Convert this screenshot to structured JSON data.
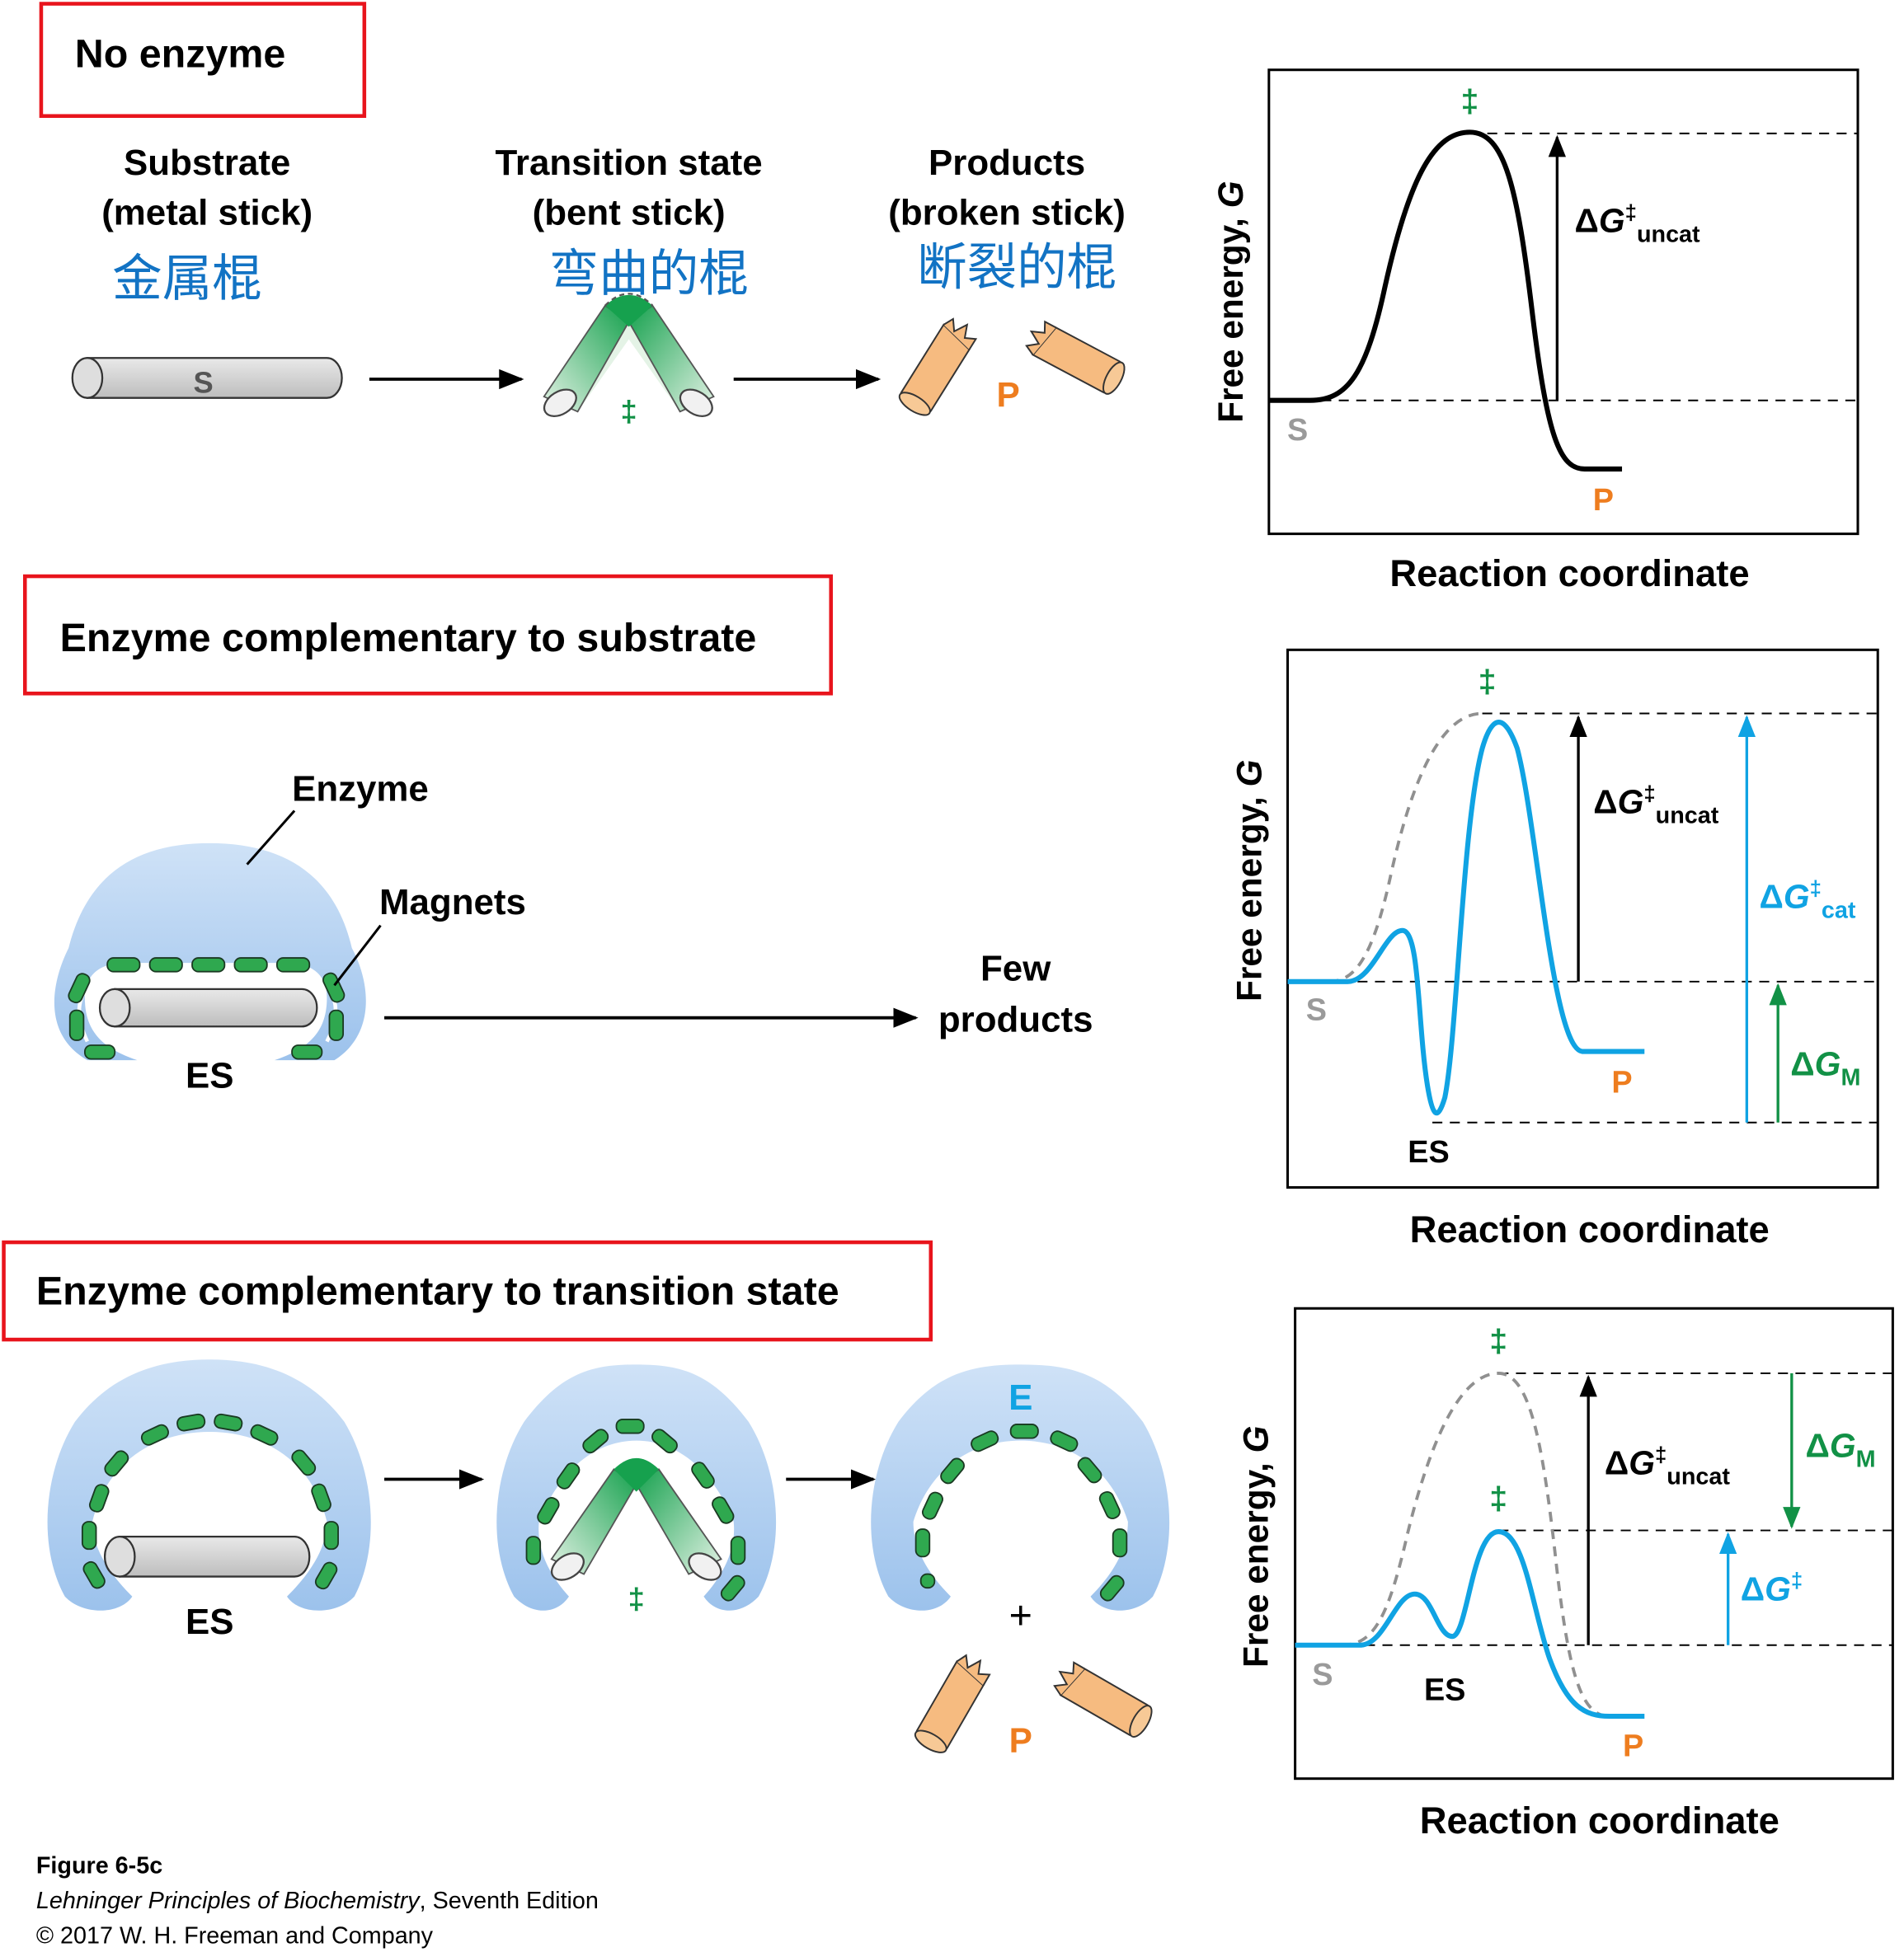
{
  "colors": {
    "red_box": "#e8141c",
    "green": "#129146",
    "orange": "#ee7d1f",
    "blue": "#10a3e3",
    "chinese_blue": "#1273c4",
    "enzyme_fill": "#a8c9ee",
    "magnet": "#2fa84f",
    "stick_gray": "#cfcfcf",
    "stick_orange": "#f6bb80",
    "dashed_gray": "#909090"
  },
  "icons": [
    "metal-stick",
    "bent-stick",
    "broken-stick",
    "enzyme",
    "magnet",
    "arrow",
    "double-dagger"
  ],
  "panels": {
    "no_enzyme": {
      "title": "No enzyme",
      "substrate": {
        "line1": "Substrate",
        "line2": "(metal stick)",
        "zh": "金属棍",
        "mark": "S"
      },
      "transition": {
        "line1": "Transition state",
        "line2": "(bent stick)",
        "zh": "弯曲的棍",
        "mark": "‡"
      },
      "products": {
        "line1": "Products",
        "line2": "(broken stick)",
        "zh": "断裂的棍",
        "mark": "P"
      }
    },
    "complementary_substrate": {
      "title": "Enzyme complementary to substrate",
      "enzyme_label": "Enzyme",
      "magnets_label": "Magnets",
      "es_label": "ES",
      "result_line1": "Few",
      "result_line2": "products"
    },
    "complementary_transition": {
      "title": "Enzyme complementary to transition state",
      "es_label": "ES",
      "dagger": "‡",
      "e_label": "E",
      "plus": "+",
      "p_label": "P"
    }
  },
  "graphs": {
    "g1": {
      "ylabel": "Free energy, G",
      "xlabel": "Reaction coordinate",
      "s": "S",
      "p": "P",
      "dagger": "‡",
      "dg_uncat": "ΔG‡uncat"
    },
    "g2": {
      "ylabel": "Free energy, G",
      "xlabel": "Reaction coordinate",
      "s": "S",
      "p": "P",
      "es": "ES",
      "dagger": "‡",
      "dg_uncat": "ΔG‡uncat",
      "dg_cat": "ΔG‡cat",
      "dg_m": "ΔGM"
    },
    "g3": {
      "ylabel": "Free energy, G",
      "xlabel": "Reaction coordinate",
      "s": "S",
      "p": "P",
      "es": "ES",
      "dagger1": "‡",
      "dagger2": "‡",
      "dg_uncat": "ΔG‡uncat",
      "dg_m": "ΔGM",
      "dg": "ΔG‡"
    }
  },
  "caption": {
    "figure": "Figure 6-5c",
    "book_italic": "Lehninger Principles of Biochemistry",
    "book_rest": ", Seventh Edition",
    "copyright": "© 2017 W. H. Freeman and Company"
  }
}
